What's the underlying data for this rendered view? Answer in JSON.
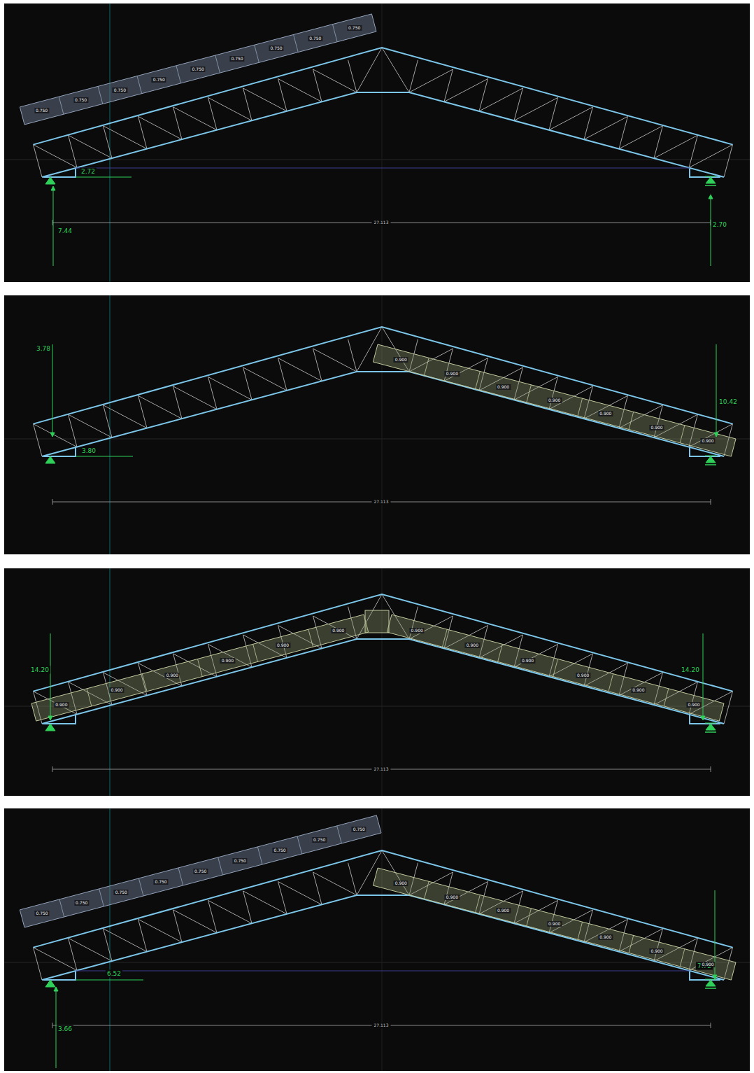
{
  "diagram": {
    "labels": [
      "2.72",
      "7.44",
      "2.70",
      "27.113",
      "0.750",
      "0.750",
      "0.750",
      "0.750",
      "0.750",
      "0.750",
      "0.750",
      "0.750",
      "0.750",
      "3.78",
      "3.80",
      "10.42",
      "27.113",
      "0.900",
      "0.900",
      "0.900",
      "0.900",
      "0.900",
      "0.900",
      "0.900",
      "14.20",
      "14.20",
      "27.113",
      "0.900",
      "0.900",
      "0.900",
      "0.900",
      "0.900",
      "0.900",
      "0.900",
      "0.900",
      "0.900",
      "0.900",
      "0.900",
      "0.900",
      "6.52",
      "7.72",
      "3.66",
      "27.113",
      "0.750",
      "0.750",
      "0.750",
      "0.750",
      "0.750",
      "0.750",
      "0.750",
      "0.750",
      "0.750",
      "0.900",
      "0.900",
      "0.900",
      "0.900",
      "0.900",
      "0.900",
      "0.900"
    ]
  }
}
